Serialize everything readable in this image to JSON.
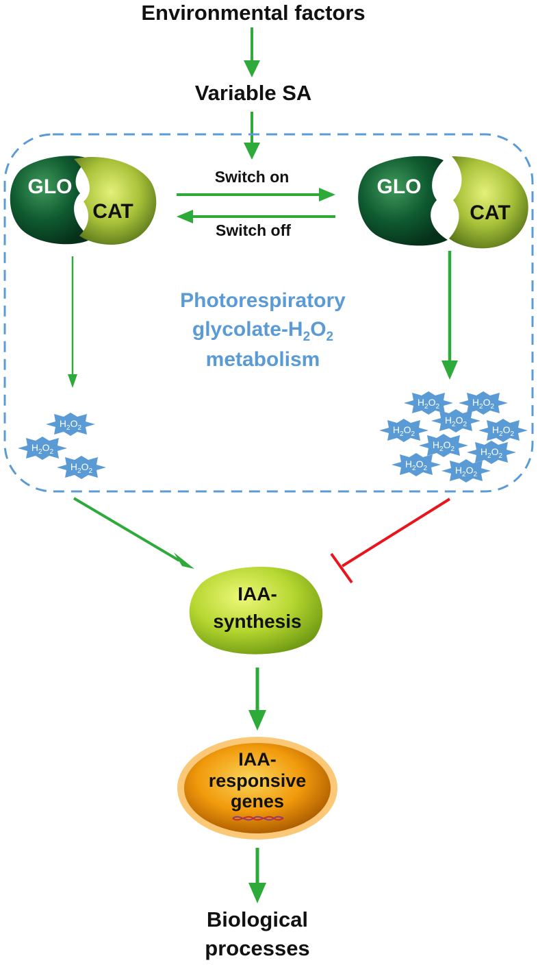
{
  "title": "Environmental factors",
  "sa": "Variable SA",
  "switch_on": "Switch on",
  "switch_off": "Switch off",
  "enzymes": {
    "glo": "GLO",
    "cat": "CAT"
  },
  "metabolism": {
    "line1": "Photorespiratory",
    "line2_prefix": "glycolate-H",
    "line2_sub1": "2",
    "line2_mid": "O",
    "line2_sub2": "2",
    "line3": "metabolism"
  },
  "h2o2": {
    "h": "H",
    "sub1": "2",
    "o": "O",
    "sub2": "2"
  },
  "iaa_synthesis": {
    "line1": "IAA-",
    "line2": "synthesis"
  },
  "iaa_genes": {
    "line1": "IAA-",
    "line2": "responsive",
    "line3": "genes"
  },
  "biological": {
    "line1": "Biological",
    "line2": "processes"
  },
  "colors": {
    "arrow_green": "#2eaa3a",
    "inhibit_red": "#e8161c",
    "box_blue": "#5b9bd5",
    "glo_dark": "#0d4f2a",
    "cat_yellowgreen": "#a9c23a",
    "iaa_synthesis": "#b5d630",
    "iaa_genes": "#f19a0c"
  }
}
